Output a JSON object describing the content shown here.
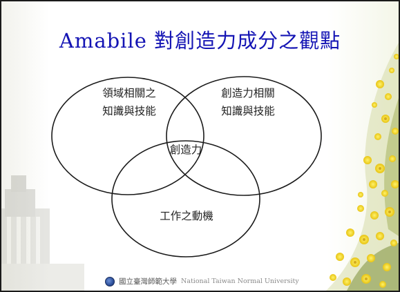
{
  "slide": {
    "title": "Amabile 對創造力成分之觀點",
    "venn": {
      "left_circle_line1": "領域相關之",
      "left_circle_line2": "知識與技能",
      "right_circle_line1": "創造力相關",
      "right_circle_line2": "知識與技能",
      "center": "創造力",
      "bottom_circle": "工作之動機"
    },
    "footer": {
      "university_zh": "國立臺灣師範大學",
      "university_en": "National Taiwan Normal University"
    }
  },
  "colors": {
    "title": "#1414b4",
    "outline": "#1a1a1a",
    "flowers": "#f2d21a"
  }
}
